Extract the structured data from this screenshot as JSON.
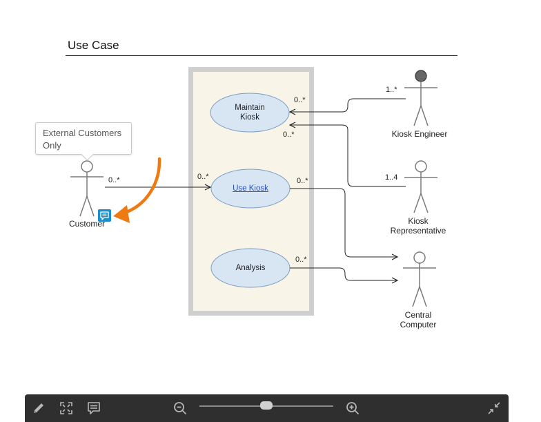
{
  "title": "Use Case",
  "note": {
    "text_line1": "External Customers",
    "text_line2": "Only"
  },
  "use_cases": {
    "maintain_line1": "Maintain",
    "maintain_line2": "Kiosk",
    "use_kiosk": "Use Kiosk",
    "analysis": "Analysis"
  },
  "actors": {
    "customer": "Customer",
    "kiosk_engineer": "Kiosk Engineer",
    "kiosk_rep_line1": "Kiosk",
    "kiosk_rep_line2": "Representative",
    "central_line1": "Central",
    "central_line2": "Computer"
  },
  "multiplicities": {
    "engineer": "1..*",
    "maintain_top": "0..*",
    "maintain_bottom": "0..*",
    "representative": "1..4",
    "customer": "0..*",
    "use_kiosk_left": "0..*",
    "use_kiosk_right": "0..*",
    "analysis_right": "0..*"
  },
  "colors": {
    "system_boundary_fill": "#f8f4e8",
    "system_boundary_border": "#cfcfcf",
    "usecase_fill": "#d8e6f4",
    "usecase_border": "#7a9cc4",
    "annotation_arrow": "#f07a12",
    "comment_badge": "#1a8fc9",
    "toolbar_bg": "#2f2f2f"
  },
  "toolbar": {
    "icons": [
      "pencil-icon",
      "fullscreen-icon",
      "comment-icon",
      "zoom-out-icon",
      "zoom-in-icon",
      "collapse-icon"
    ],
    "zoom_level_fraction": 0.5
  }
}
